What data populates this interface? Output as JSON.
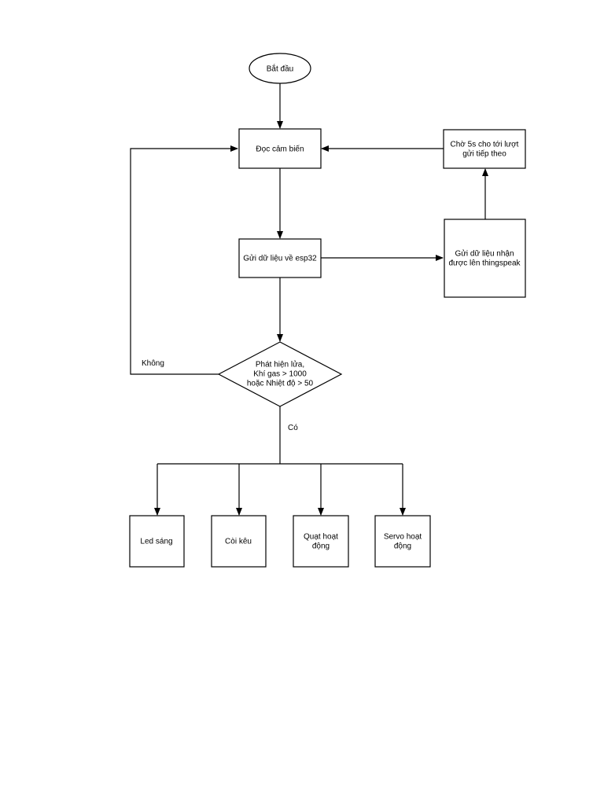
{
  "nodes": {
    "start": {
      "lines": [
        "Bắt đầu"
      ]
    },
    "read_sensor": {
      "lines": [
        "Đọc cảm biến"
      ]
    },
    "wait": {
      "lines": [
        "Chờ 5s cho tới lượt",
        "gửi tiếp theo"
      ]
    },
    "send_esp32": {
      "lines": [
        "Gửi dữ liệu về esp32"
      ]
    },
    "send_thingspeak": {
      "lines": [
        "Gửi dữ liệu nhận",
        "được lên thingspeak"
      ]
    },
    "decision": {
      "lines": [
        "Phát hiện lửa,",
        "Khí gas > 1000",
        "hoặc Nhiệt độ > 50"
      ]
    },
    "led": {
      "lines": [
        "Led sáng"
      ]
    },
    "buzzer": {
      "lines": [
        "Còi kêu"
      ]
    },
    "fan": {
      "lines": [
        "Quạt hoạt",
        "động"
      ]
    },
    "servo": {
      "lines": [
        "Servo hoạt",
        "động"
      ]
    }
  },
  "edge_labels": {
    "no": "Không",
    "yes": "Có"
  }
}
